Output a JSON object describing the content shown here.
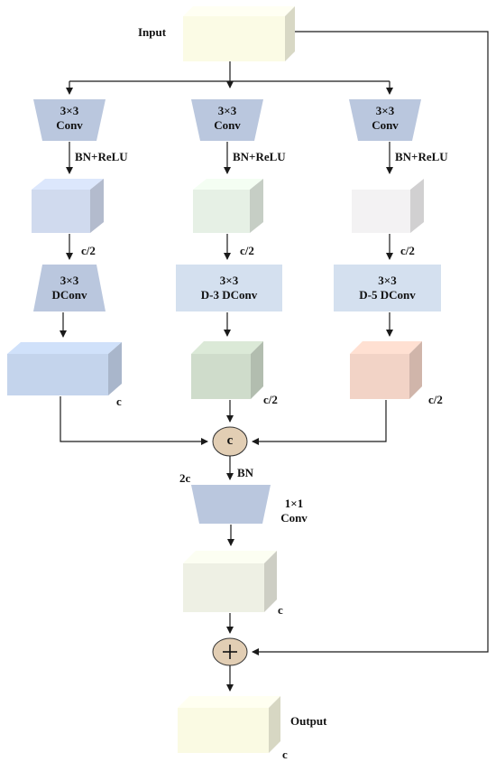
{
  "colors": {
    "arrow": "#1a1a1a",
    "input_block": "#FBFBE5",
    "conv_trapezoid": "#BAC7DE",
    "bar_block": "#D4E0EF",
    "blue_cube": "#D0DAEE",
    "green_cube_light": "#E6F0E5",
    "gray_cube": "#F3F2F3",
    "blue_cube_large": "#C4D4EC",
    "green_cube": "#CFDCCB",
    "pink_cube": "#F2D3C6",
    "merge_circle": "#E2CEB4",
    "fusion_cube": "#EEF0E4",
    "output_block": "#FAFAE3"
  },
  "labels": {
    "input": "Input",
    "output": "Output",
    "conv_size": "3×3",
    "conv": "Conv",
    "bn_relu": "BN+ReLU",
    "dconv": "DConv",
    "d3_dconv": "D-3 DConv",
    "d5_dconv": "D-5 DConv",
    "half_c": "c/2",
    "c": "c",
    "two_c": "2c",
    "bn": "BN",
    "conv1_size": "1×1",
    "concat_symbol": "c",
    "add_symbol": "+"
  }
}
